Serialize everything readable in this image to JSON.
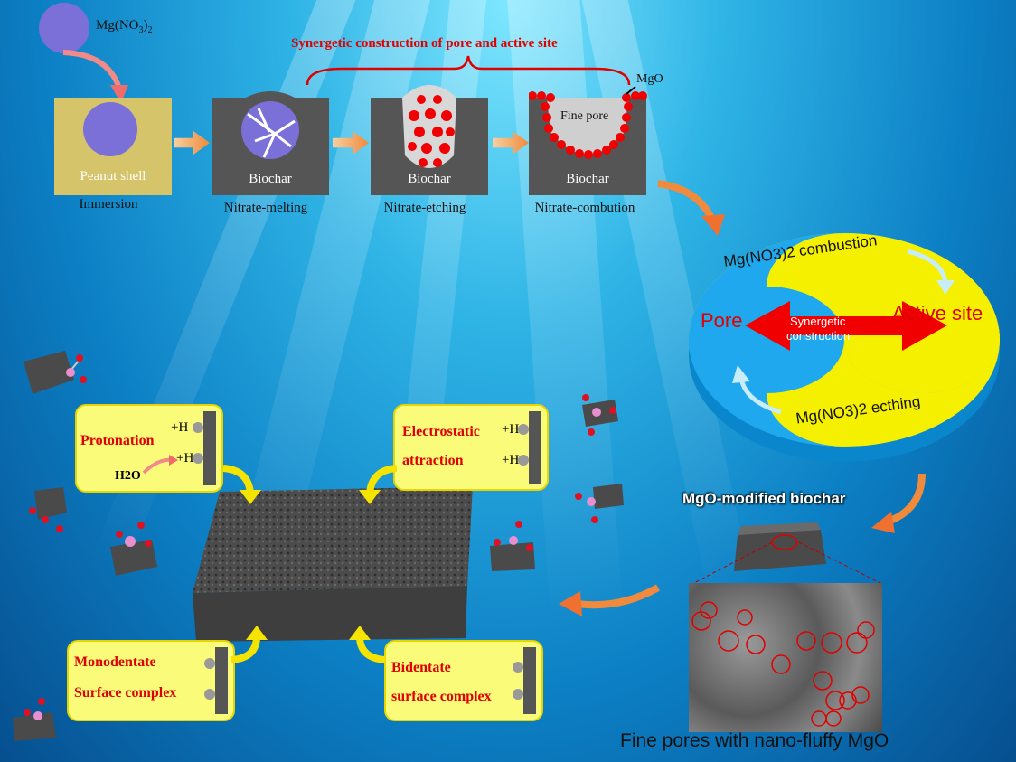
{
  "header": {
    "title": "Synergetic construction of pore and active site"
  },
  "reagent": {
    "label_main": "Mg(NO",
    "label_sub1": "3",
    "label_mid": ")",
    "label_sub2": "2"
  },
  "steps": [
    {
      "box_label": "Peanut shell",
      "caption": "Immersion"
    },
    {
      "box_label": "Biochar",
      "caption": "Nitrate-melting"
    },
    {
      "box_label": "Biochar",
      "caption": "Nitrate-etching"
    },
    {
      "box_label": "Biochar",
      "caption": "Nitrate-combution",
      "pore_label": "Fine pore",
      "mgo_label": "MgO"
    }
  ],
  "yinyang": {
    "pore": "Pore",
    "active_site": "Active site",
    "center_line1": "Synergetic",
    "center_line2": "construction",
    "top_arc": "Mg(NO3)2 combustion",
    "bottom_arc": "Mg(NO3)2 ecthing"
  },
  "mechanisms": {
    "protonation": "Protonation",
    "water": "H2O",
    "h_plus": "+H",
    "electrostatic_1": "Electrostatic",
    "electrostatic_2": "attraction",
    "monodentate_1": "Monodentate",
    "monodentate_2": "Surface complex",
    "bidentate_1": "Bidentate",
    "bidentate_2": "surface complex"
  },
  "product": {
    "title": "MgO-modified biochar",
    "caption": "Fine pores with nano-fluffy MgO"
  },
  "colors": {
    "red": "#e00000",
    "yellow": "#f5f000",
    "blue": "#1fa8ee",
    "char": "#555555",
    "orange": "#f08a3c"
  }
}
